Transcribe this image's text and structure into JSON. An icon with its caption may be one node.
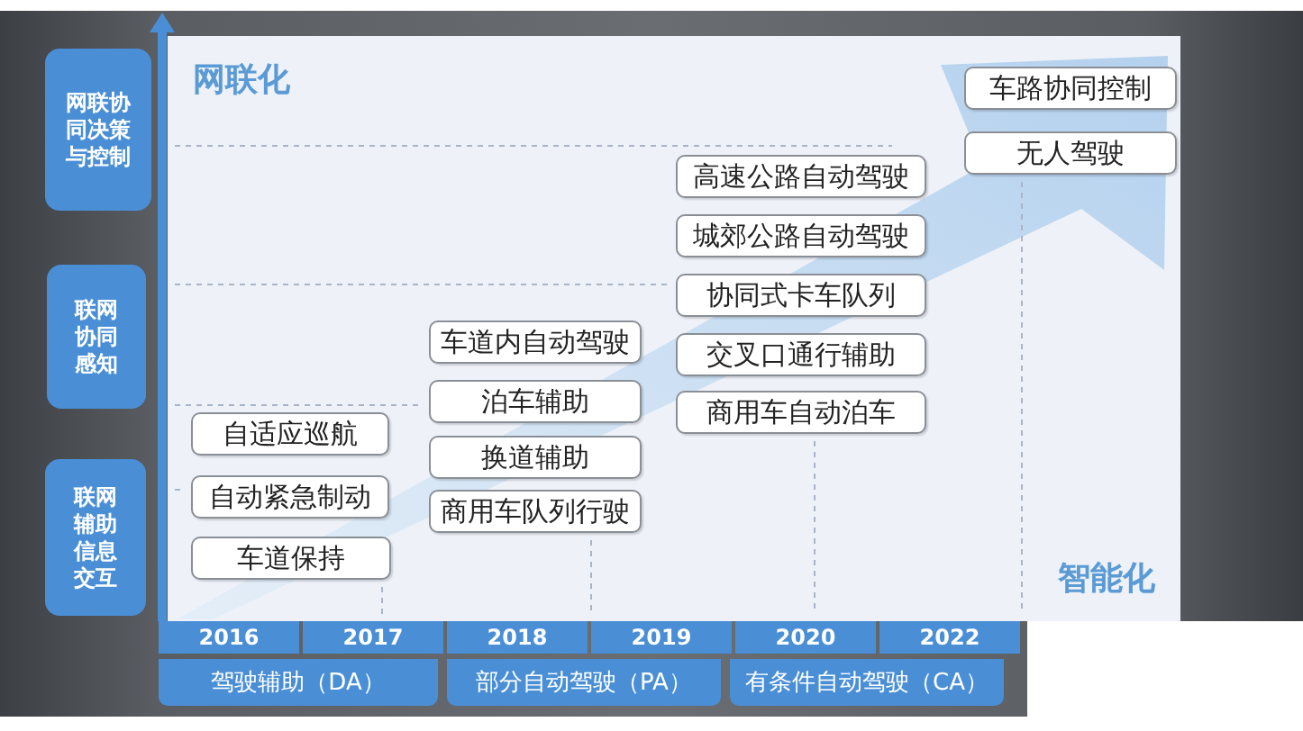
{
  "diagram": {
    "nodes": [
      {
        "text": [
          "网联协同决策与控制"
        ]
      },
      {
        "text": [
          "联网协同感知"
        ]
      },
      {
        "text": [
          "联网辅助信息交互"
        ]
      },
      {
        "text": [
          "自适应巡航"
        ]
      },
      {
        "text": [
          "自动紧急制动"
        ]
      },
      {
        "text": [
          "车道保持"
        ]
      },
      {
        "text": [
          "车道内自动驾驶"
        ]
      },
      {
        "text": [
          "泊车辅助"
        ]
      },
      {
        "text": [
          "换道辅助"
        ]
      },
      {
        "text": [
          "商用车队列行驶"
        ]
      },
      {
        "text": [
          "高速公路自动驾驶"
        ]
      },
      {
        "text": [
          "城郊公路自动驾驶"
        ]
      },
      {
        "text": [
          "协同式卡车队列"
        ]
      },
      {
        "text": [
          "交叉口通行辅助"
        ]
      },
      {
        "text": [
          "商用车自动泊车"
        ]
      },
      {
        "text": [
          "车路协同控制"
        ]
      },
      {
        "text": [
          "无人驾驶"
        ]
      },
      {
        "text": [
          "驾驶辅助（DA）"
        ]
      },
      {
        "text": [
          "部分自动驾驶（PA）"
        ]
      },
      {
        "text": [
          "有条件自动驾驶（CA）"
        ]
      }
    ],
    "labels": [
      "网联化",
      "智能化",
      "2016",
      "2017",
      "2018",
      "2019",
      "2020",
      "2022"
    ]
  }
}
